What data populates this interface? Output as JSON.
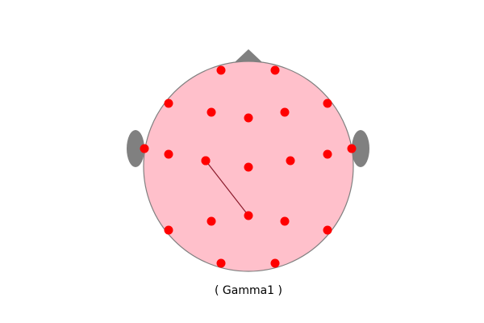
{
  "title": "( Gamma1 )",
  "colors": {
    "head_fill": "#ffc0cb",
    "head_outline": "#808080",
    "nose_ears": "#808080",
    "electrode": "#ff0000",
    "connection": "#8b1a2b"
  },
  "electrodes": [
    {
      "id": "e1"
    },
    {
      "id": "e2"
    },
    {
      "id": "e3"
    },
    {
      "id": "e4"
    },
    {
      "id": "e5"
    },
    {
      "id": "e6"
    },
    {
      "id": "e7"
    },
    {
      "id": "e8"
    },
    {
      "id": "e9"
    },
    {
      "id": "e10"
    },
    {
      "id": "e11"
    },
    {
      "id": "e12"
    },
    {
      "id": "e13"
    },
    {
      "id": "e14"
    },
    {
      "id": "e15"
    },
    {
      "id": "e16"
    },
    {
      "id": "e17"
    },
    {
      "id": "e18"
    },
    {
      "id": "e19"
    },
    {
      "id": "e20"
    },
    {
      "id": "e21"
    },
    {
      "id": "e22"
    }
  ],
  "connections": [
    {
      "from": "e13",
      "to": "e17"
    }
  ]
}
